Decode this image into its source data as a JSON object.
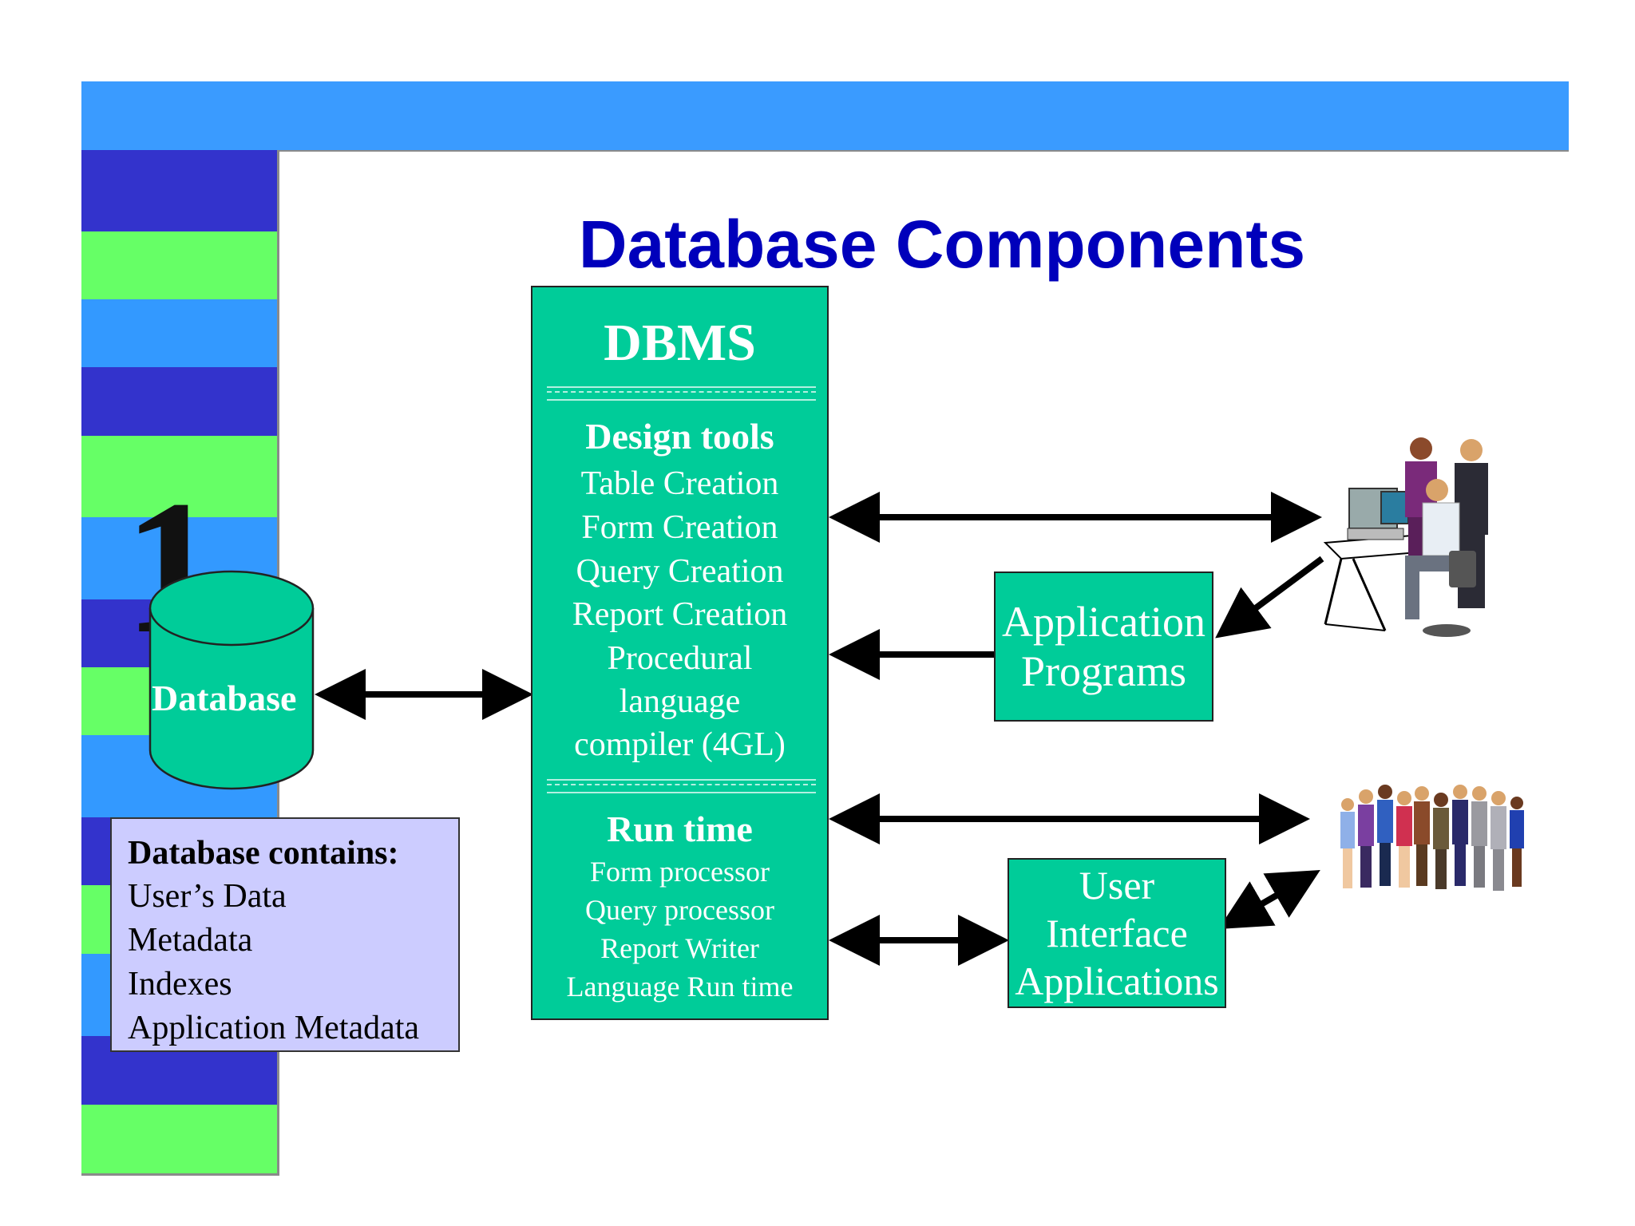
{
  "title": "Database Components",
  "number_glyph": "1",
  "database": {
    "label": "Database"
  },
  "dbms": {
    "title": "DBMS",
    "design_tools": {
      "heading": "Design tools",
      "items": [
        "Table Creation",
        "Form Creation",
        "Query Creation",
        "Report Creation",
        "Procedural",
        "language",
        "compiler (4GL)"
      ]
    },
    "run_time": {
      "heading": "Run time",
      "items": [
        "Form processor",
        "Query processor",
        "Report Writer",
        "Language Run time"
      ]
    }
  },
  "application_programs": {
    "lines": [
      "Application",
      "Programs"
    ]
  },
  "user_interface": {
    "lines": [
      "User",
      "Interface",
      "Applications"
    ]
  },
  "database_contains": {
    "heading": "Database contains:",
    "items": [
      "User’s Data",
      "Metadata",
      "Indexes",
      "Application Metadata"
    ]
  },
  "colors": {
    "title": "#0000bb",
    "top_bar": "#3a9bff",
    "stripe_dark": "#3333cc",
    "stripe_green": "#66ff66",
    "stripe_blue": "#3399ff",
    "teal": "#00cc99",
    "contains_box": "#ccccff"
  },
  "icons": [
    "developers-at-computer-icon",
    "group-of-users-icon"
  ]
}
